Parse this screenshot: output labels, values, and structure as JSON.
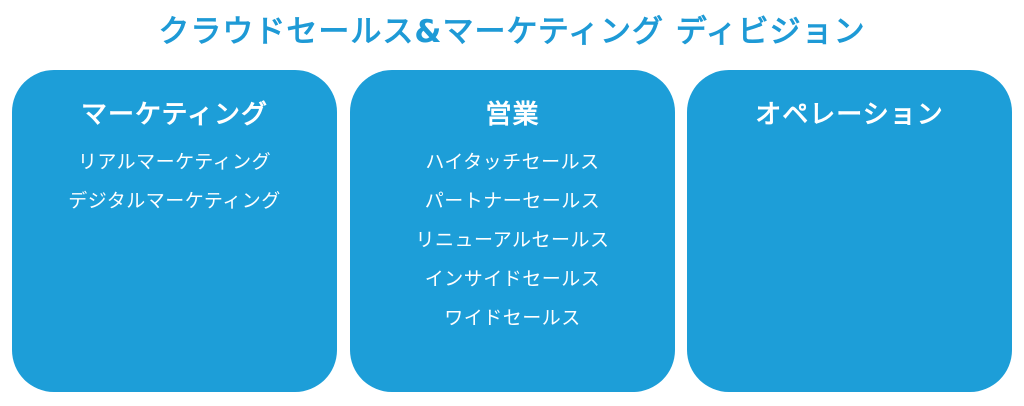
{
  "title": "クラウドセールス&マーケティング ディビジョン",
  "divisions": [
    {
      "name": "マーケティング",
      "items": [
        "リアルマーケティング",
        "デジタルマーケティング"
      ]
    },
    {
      "name": "営業",
      "items": [
        "ハイタッチセールス",
        "パートナーセールス",
        "リニューアルセールス",
        "インサイドセールス",
        "ワイドセールス"
      ]
    },
    {
      "name": "オペレーション",
      "items": []
    }
  ],
  "colors": {
    "title": "#1e9ad6",
    "card_background": "#1d9ed8",
    "card_text": "#ffffff"
  }
}
